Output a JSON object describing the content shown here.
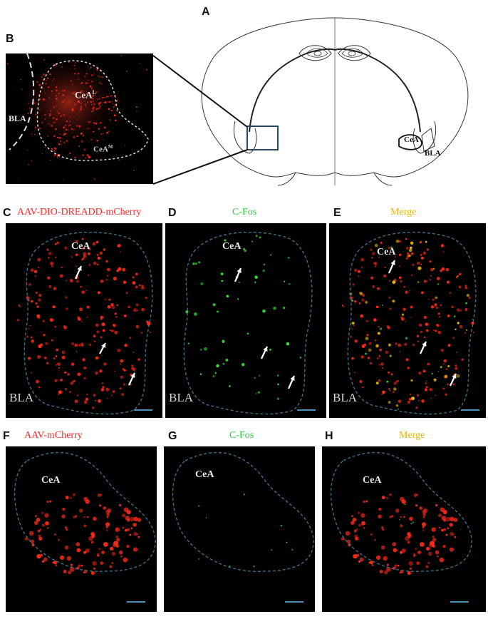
{
  "panels": {
    "A": {
      "label": "A",
      "cea": "CeA",
      "bla": "BLA"
    },
    "B": {
      "label": "B",
      "bla": "BLA",
      "cea_l": "CeA",
      "cea_l_sup": "L",
      "cea_m": "CeA",
      "cea_m_sup": "M"
    },
    "C": {
      "label": "C",
      "title": "AAV-DIO-DREADD-mCherry",
      "cea": "CeA",
      "bla": "BLA"
    },
    "D": {
      "label": "D",
      "title": "C-Fos",
      "cea": "CeA",
      "bla": "BLA"
    },
    "E": {
      "label": "E",
      "title": "Merge",
      "cea": "CeA",
      "bla": "BLA"
    },
    "F": {
      "label": "F",
      "title": "AAV-mCherry",
      "cea": "CeA"
    },
    "G": {
      "label": "G",
      "title": "C-Fos",
      "cea": "CeA"
    },
    "H": {
      "label": "H",
      "title": "Merge",
      "cea": "CeA"
    }
  },
  "colors": {
    "red": "#ff2a1a",
    "green": "#3de83d",
    "merge": "#f5c400",
    "outline": "#3f6f86",
    "scalebar": "#4a90b8"
  }
}
